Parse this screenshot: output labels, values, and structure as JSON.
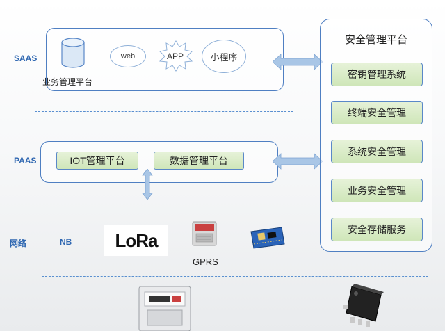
{
  "layers": {
    "saas": "SAAS",
    "paas": "PAAS",
    "network": "网络",
    "nb": "NB"
  },
  "saas_panel": {
    "db_label": "业务管理平台",
    "web": "web",
    "app": "APP",
    "mini": "小程序"
  },
  "paas_panel": {
    "iot": "IOT管理平台",
    "data": "数据管理平台"
  },
  "network": {
    "lora_logo": "LoRa",
    "gprs": "GPRS"
  },
  "security": {
    "title": "安全管理平台",
    "items": [
      "密钥管理系统",
      "终端安全管理",
      "系统安全管理",
      "业务安全管理",
      "安全存储服务"
    ]
  },
  "colors": {
    "accent": "#2f67b1",
    "border": "#4f7fc2",
    "box_fill": "#d6eac2",
    "arrow": "#a9c6e6"
  }
}
